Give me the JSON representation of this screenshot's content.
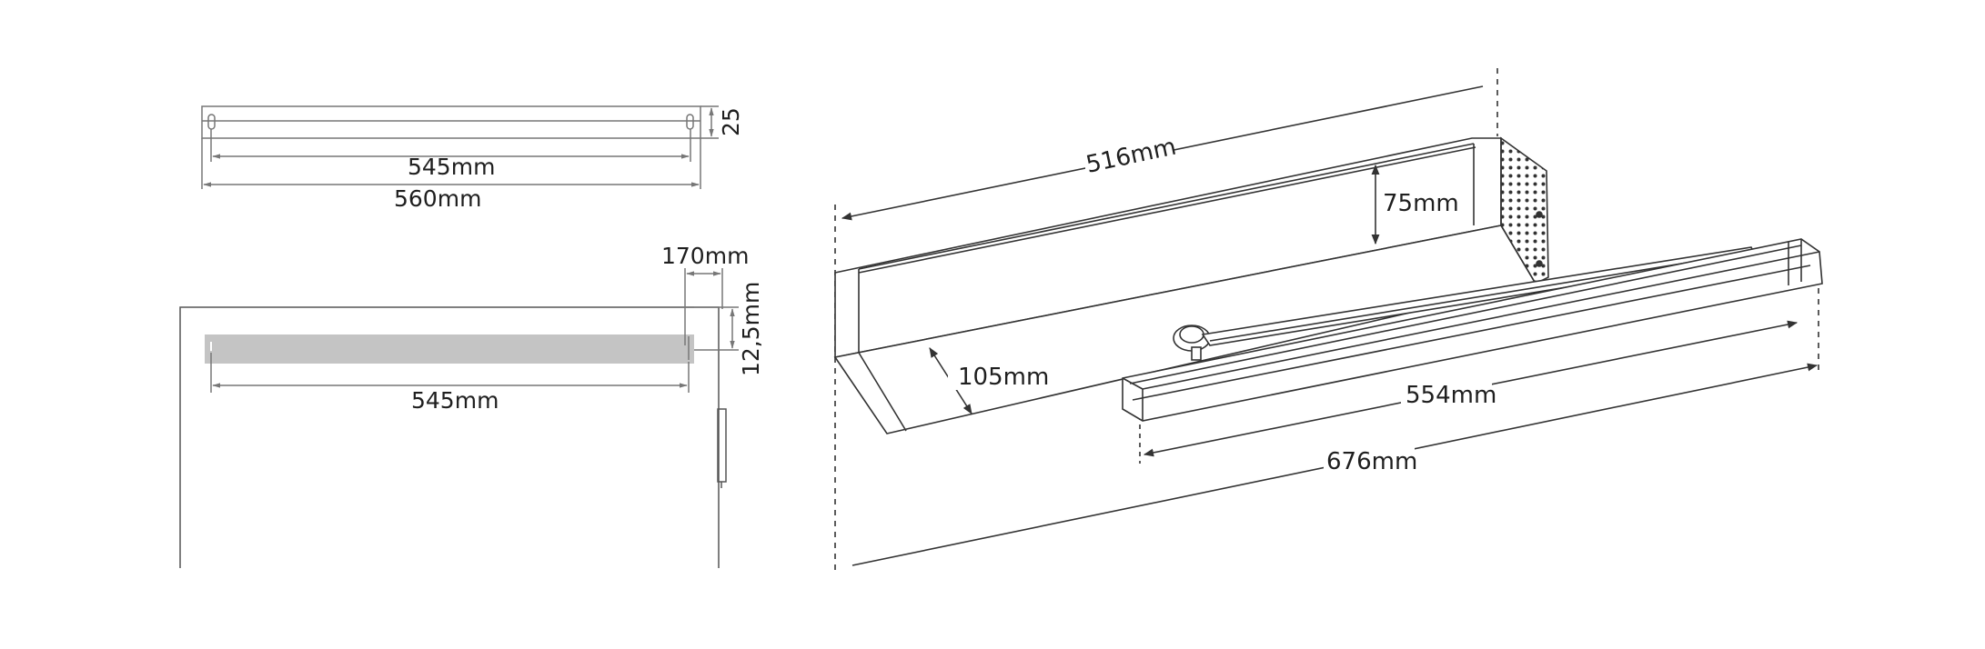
{
  "drawing": {
    "top_view": {
      "inner_width": "545mm",
      "outer_width": "560mm",
      "height": "25"
    },
    "side_view": {
      "offset": "170mm",
      "thickness": "12,5mm",
      "width": "545mm"
    },
    "iso_view": {
      "depth": "516mm",
      "height_back": "75mm",
      "height_front": "105mm",
      "arm_length": "554mm",
      "overall_length": "676mm"
    }
  },
  "colors": {
    "line": "#333333",
    "dim": "#555555",
    "fill_gray": "#c4c4c4"
  }
}
